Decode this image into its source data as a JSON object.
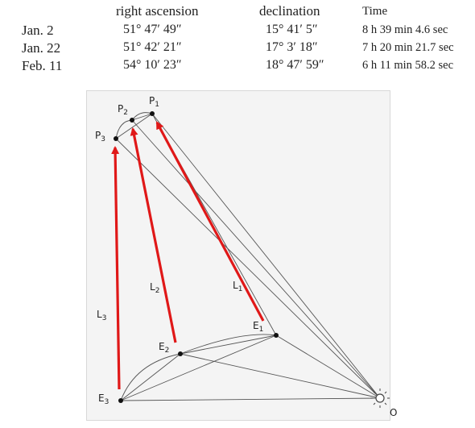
{
  "table": {
    "headers": {
      "ra": "right ascension",
      "dec": "declination",
      "time": "Time"
    },
    "rows": [
      {
        "date": "Jan. 2",
        "ra": "51° 47′ 49″",
        "dec": "15° 41′  5″",
        "time": "8 h 39 min 4.6 sec"
      },
      {
        "date": "Jan. 22",
        "ra": "51° 42′ 21″",
        "dec": "17°  3′ 18″",
        "time": "7 h 20 min 21.7 sec"
      },
      {
        "date": "Feb. 11",
        "ra": "54° 10′ 23″",
        "dec": "18° 47′ 59″",
        "time": "6 h 11 min 58.2 sec"
      }
    ]
  },
  "diagram": {
    "points": {
      "P1": {
        "letter": "P",
        "sub": "1"
      },
      "P2": {
        "letter": "P",
        "sub": "2"
      },
      "P3": {
        "letter": "P",
        "sub": "3"
      },
      "E1": {
        "letter": "E",
        "sub": "1"
      },
      "E2": {
        "letter": "E",
        "sub": "2"
      },
      "E3": {
        "letter": "E",
        "sub": "3"
      },
      "O": {
        "letter": "O",
        "sub": ""
      }
    },
    "lines": {
      "L1": {
        "letter": "L",
        "sub": "1"
      },
      "L2": {
        "letter": "L",
        "sub": "2"
      },
      "L3": {
        "letter": "L",
        "sub": "3"
      }
    },
    "colors": {
      "sight_line": "#e01818",
      "construction": "#555555",
      "point": "#111111"
    },
    "sun_icon": "sun-icon"
  }
}
